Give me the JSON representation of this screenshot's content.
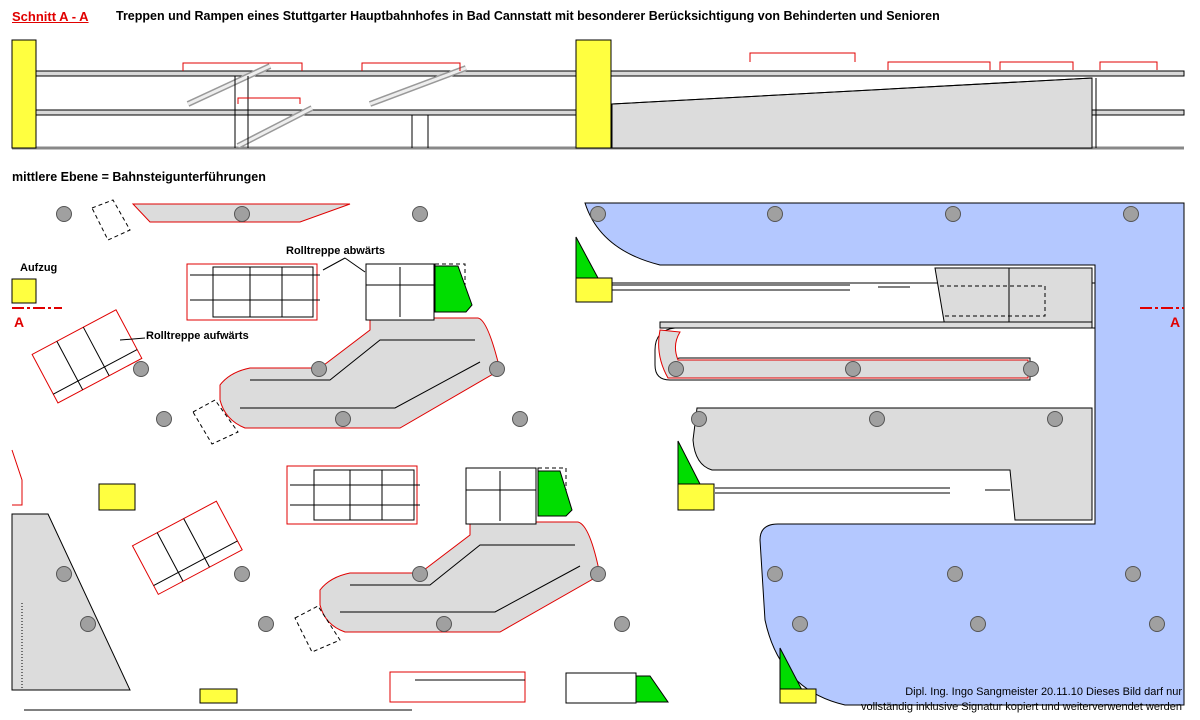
{
  "header": {
    "section_label": "Schnitt  A - A",
    "title": "Treppen und Rampen eines Stuttgarter Hauptbahnhofes in Bad Cannstatt mit besonderer Berücksichtigung von Behinderten und Senioren"
  },
  "level_title": "mittlere Ebene = Bahnsteigunterführungen",
  "labels": {
    "aufzug": "Aufzug",
    "rolltreppe_abwaerts": "Rolltreppe abwärts",
    "rolltreppe_aufwaerts": "Rolltreppe aufwärts",
    "section_mark_left": "A",
    "section_mark_right": "A"
  },
  "credit": {
    "line1": "Dipl. Ing. Ingo Sangmeister 20.11.10  Dieses Bild darf nur",
    "line2": "vollständig inklusive Signatur kopiert und weiterverwendet werden"
  },
  "colors": {
    "elevator": "#ffff40",
    "ramp_fill": "#dcdcdc",
    "concourse_fill": "#b4c8ff",
    "escalator_green": "#00dd00",
    "section_red": "#e00000",
    "column_fill": "#a0a0a0"
  }
}
